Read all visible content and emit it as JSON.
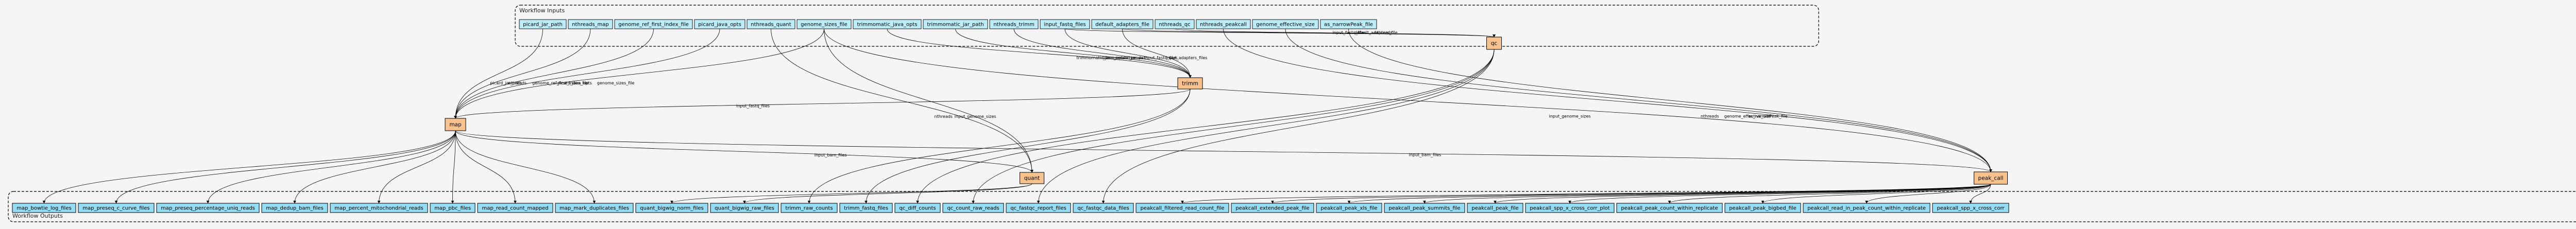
{
  "clusters": {
    "inputs": "Workflow Inputs",
    "outputs": "Workflow Outputs"
  },
  "inputs": [
    "picard_jar_path",
    "nthreads_map",
    "genome_ref_first_index_file",
    "picard_java_opts",
    "nthreads_quant",
    "genome_sizes_file",
    "trimmomatic_java_opts",
    "trimmomatic_jar_path",
    "nthreads_trimm",
    "input_fastq_files",
    "default_adapters_file",
    "nthreads_qc",
    "nthreads_peakcall",
    "genome_effective_size",
    "as_narrowPeak_file"
  ],
  "tasks": [
    "qc",
    "trimm",
    "map",
    "quant",
    "peak_call"
  ],
  "outputs": [
    "map_bowtie_log_files",
    "map_preseq_c_curve_files",
    "map_preseq_percentage_uniq_reads",
    "map_dedup_bam_files",
    "map_percent_mitochondrial_reads",
    "map_pbc_files",
    "map_read_count_mapped",
    "map_mark_duplicates_files",
    "quant_bigwig_norm_files",
    "quant_bigwig_raw_files",
    "trimm_raw_counts",
    "trimm_fastq_files",
    "qc_diff_counts",
    "qc_count_raw_reads",
    "qc_fastqc_report_files",
    "qc_fastqc_data_files",
    "peakcall_filtered_read_count_file",
    "peakcall_extended_peak_file",
    "peakcall_peak_xls_file",
    "peakcall_peak_summits_file",
    "peakcall_peak_file",
    "peakcall_spp_x_cross_corr_plot",
    "peakcall_peak_count_within_replicate",
    "peakcall_peak_bigbed_file",
    "peakcall_read_in_peak_count_within_replicate",
    "peakcall_spp_x_cross_corr"
  ],
  "edges": [
    {
      "from": "picard_jar_path",
      "to": "map",
      "label": "picard_jar_path"
    },
    {
      "from": "nthreads_map",
      "to": "map",
      "label": "nthreads"
    },
    {
      "from": "genome_ref_first_index_file",
      "to": "map",
      "label": "genome_ref_first_index_file"
    },
    {
      "from": "picard_java_opts",
      "to": "map",
      "label": "picard_java_opts"
    },
    {
      "from": "genome_sizes_file",
      "to": "map",
      "label": "genome_sizes_file"
    },
    {
      "from": "nthreads_quant",
      "to": "quant",
      "label": "nthreads"
    },
    {
      "from": "genome_sizes_file",
      "to": "quant",
      "label": "input_genome_sizes"
    },
    {
      "from": "genome_sizes_file",
      "to": "peak_call",
      "label": "input_genome_sizes"
    },
    {
      "from": "trimmomatic_java_opts",
      "to": "trimm",
      "label": "trimmomatic_java_opts"
    },
    {
      "from": "trimmomatic_jar_path",
      "to": "trimm",
      "label": "trimmomatic_jar_path"
    },
    {
      "from": "nthreads_trimm",
      "to": "trimm",
      "label": "nthreads"
    },
    {
      "from": "input_fastq_files",
      "to": "trimm",
      "label": "input_fastq_files"
    },
    {
      "from": "input_fastq_files",
      "to": "qc",
      "label": "input_fastq_files"
    },
    {
      "from": "default_adapters_file",
      "to": "qc",
      "label": "default_adapters_file"
    },
    {
      "from": "default_adapters_file",
      "to": "trimm",
      "label": "input_adapters_files"
    },
    {
      "from": "nthreads_qc",
      "to": "qc",
      "label": "nthreads"
    },
    {
      "from": "nthreads_peakcall",
      "to": "peak_call",
      "label": "nthreads"
    },
    {
      "from": "genome_effective_size",
      "to": "peak_call",
      "label": "genome_effective_size"
    },
    {
      "from": "as_narrowPeak_file",
      "to": "peak_call",
      "label": "as_narrowPeak_file"
    },
    {
      "from": "trimm",
      "to": "map",
      "label": "input_fastq_files"
    },
    {
      "from": "map",
      "to": "quant",
      "label": "input_bam_files"
    },
    {
      "from": "map",
      "to": "peak_call",
      "label": "input_bam_files"
    },
    {
      "from": "map",
      "to": "map_bowtie_log_files",
      "label": ""
    },
    {
      "from": "map",
      "to": "map_preseq_c_curve_files",
      "label": ""
    },
    {
      "from": "map",
      "to": "map_preseq_percentage_uniq_reads",
      "label": ""
    },
    {
      "from": "map",
      "to": "map_dedup_bam_files",
      "label": ""
    },
    {
      "from": "map",
      "to": "map_percent_mitochondrial_reads",
      "label": ""
    },
    {
      "from": "map",
      "to": "map_pbc_files",
      "label": ""
    },
    {
      "from": "map",
      "to": "map_read_count_mapped",
      "label": ""
    },
    {
      "from": "map",
      "to": "map_mark_duplicates_files",
      "label": ""
    },
    {
      "from": "quant",
      "to": "quant_bigwig_norm_files",
      "label": ""
    },
    {
      "from": "quant",
      "to": "quant_bigwig_raw_files",
      "label": ""
    },
    {
      "from": "trimm",
      "to": "trimm_raw_counts",
      "label": ""
    },
    {
      "from": "trimm",
      "to": "trimm_fastq_files",
      "label": ""
    },
    {
      "from": "qc",
      "to": "qc_diff_counts",
      "label": ""
    },
    {
      "from": "qc",
      "to": "qc_count_raw_reads",
      "label": ""
    },
    {
      "from": "qc",
      "to": "qc_fastqc_report_files",
      "label": ""
    },
    {
      "from": "qc",
      "to": "qc_fastqc_data_files",
      "label": ""
    },
    {
      "from": "peak_call",
      "to": "peakcall_filtered_read_count_file",
      "label": ""
    },
    {
      "from": "peak_call",
      "to": "peakcall_extended_peak_file",
      "label": ""
    },
    {
      "from": "peak_call",
      "to": "peakcall_peak_xls_file",
      "label": ""
    },
    {
      "from": "peak_call",
      "to": "peakcall_peak_summits_file",
      "label": ""
    },
    {
      "from": "peak_call",
      "to": "peakcall_peak_file",
      "label": ""
    },
    {
      "from": "peak_call",
      "to": "peakcall_spp_x_cross_corr_plot",
      "label": ""
    },
    {
      "from": "peak_call",
      "to": "peakcall_peak_count_within_replicate",
      "label": ""
    },
    {
      "from": "peak_call",
      "to": "peakcall_peak_bigbed_file",
      "label": ""
    },
    {
      "from": "peak_call",
      "to": "peakcall_read_in_peak_count_within_replicate",
      "label": ""
    },
    {
      "from": "peak_call",
      "to": "peakcall_spp_x_cross_corr",
      "label": ""
    }
  ],
  "colors": {
    "io_fill": "#94ddf4",
    "input_fill": "#bdecf9",
    "task_fill": "#f7c28e",
    "background": "#f5f5f5"
  }
}
